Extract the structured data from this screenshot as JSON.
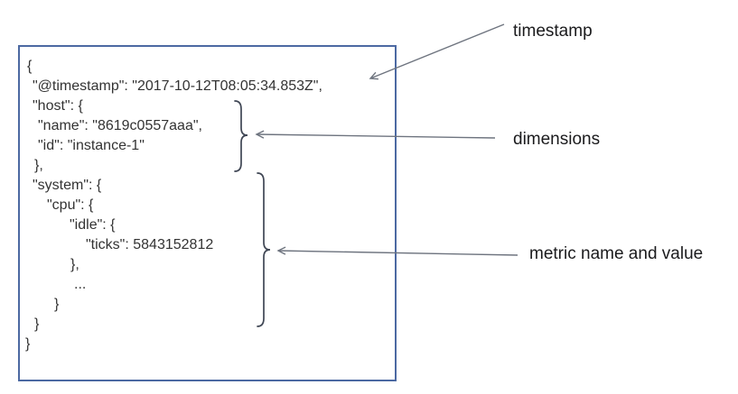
{
  "figure": {
    "background": "#ffffff",
    "box_border_color": "#4c69a2",
    "json_text_color": "#333333",
    "brace_color": "#3f4654",
    "arrow_color": "#6e747f",
    "label_color": "#1b1b1d"
  },
  "json_document": {
    "lines": [
      {
        "text": "{",
        "x": 30
      },
      {
        "text": "\"@timestamp\": \"2017-10-12T08:05:34.853Z\",",
        "x": 36
      },
      {
        "text": "\"host\": {",
        "x": 36
      },
      {
        "text": "\"name\": \"8619c0557aaa\",",
        "x": 42
      },
      {
        "text": "\"id\": \"instance-1\"",
        "x": 42
      },
      {
        "text": "},",
        "x": 38
      },
      {
        "text": "\"system\": {",
        "x": 36
      },
      {
        "text": "\"cpu\": {",
        "x": 52
      },
      {
        "text": "\"idle\": {",
        "x": 77
      },
      {
        "text": "\"ticks\": 5843152812",
        "x": 95
      },
      {
        "text": "},",
        "x": 78
      },
      {
        "text": "...",
        "x": 82
      },
      {
        "text": "}",
        "x": 60
      },
      {
        "text": "}",
        "x": 38
      },
      {
        "text": "}",
        "x": 28
      }
    ]
  },
  "annotations": [
    {
      "label": "timestamp"
    },
    {
      "label": "dimensions"
    },
    {
      "label": "metric name and value"
    }
  ]
}
